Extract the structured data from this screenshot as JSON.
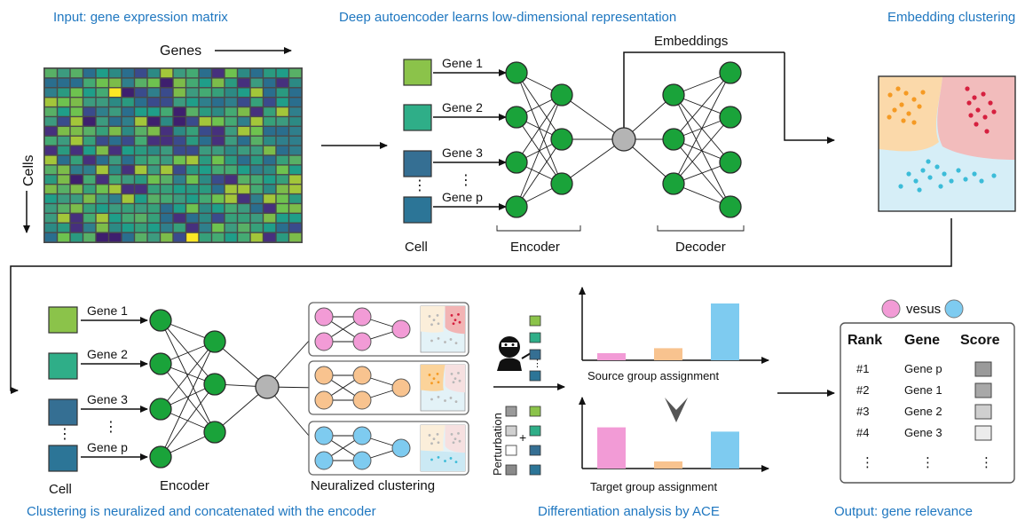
{
  "captions": {
    "input": "Input: gene expression matrix",
    "autoencoder": "Deep autoencoder learns low-dimensional representation",
    "embedding_clustering": "Embedding clustering",
    "neuralized": "Clustering is neuralized and concatenated with the encoder",
    "ace": "Differentiation analysis by ACE",
    "output": "Output: gene relevance"
  },
  "matrix": {
    "genes_label": "Genes",
    "cells_label": "Cells",
    "rows": 18,
    "cols": 20
  },
  "autoencoder": {
    "gene_labels": [
      "Gene 1",
      "Gene 2",
      "Gene 3",
      "Gene p"
    ],
    "cell_label": "Cell",
    "encoder_label": "Encoder",
    "decoder_label": "Decoder",
    "embeddings_label": "Embeddings",
    "input_colors": [
      "#8bc34a",
      "#2fae88",
      "#356f93",
      "#2c7597"
    ]
  },
  "neuralized": {
    "gene_labels": [
      "Gene 1",
      "Gene 2",
      "Gene 3",
      "Gene p"
    ],
    "cell_label": "Cell",
    "encoder_label": "Encoder",
    "clustering_label": "Neuralized clustering",
    "cluster_colors": [
      "#f29bd6",
      "#f8c38f",
      "#7ecbf0"
    ]
  },
  "ace": {
    "source_label": "Source group assignment",
    "target_label": "Target group assignment",
    "perturbation_label": "Perturbation",
    "source_bars": [
      0.1,
      0.17,
      0.8
    ],
    "target_bars": [
      0.58,
      0.1,
      0.52
    ],
    "bar_colors": [
      "#f29bd6",
      "#f8c38f",
      "#7ecbf0"
    ]
  },
  "relevance": {
    "versus_label": "vesus",
    "versus_colors": [
      "#f29bd6",
      "#7ecbf0"
    ],
    "headers": [
      "Rank",
      "Gene",
      "Score"
    ],
    "rows": [
      {
        "rank": "#1",
        "gene": "Gene p",
        "score": "#9a9a9a"
      },
      {
        "rank": "#2",
        "gene": "Gene 1",
        "score": "#a8a8a8"
      },
      {
        "rank": "#3",
        "gene": "Gene 2",
        "score": "#cfcfcf"
      },
      {
        "rank": "#4",
        "gene": "Gene 3",
        "score": "#ececec"
      }
    ]
  }
}
